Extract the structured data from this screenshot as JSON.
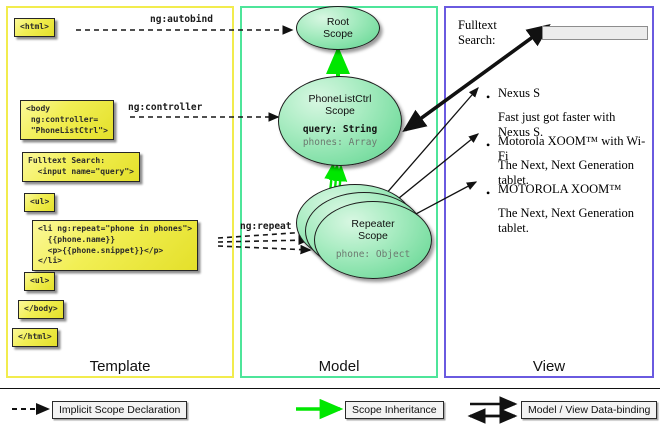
{
  "columns": {
    "template": {
      "label": "Template",
      "border_color": "#f2ec4e"
    },
    "model": {
      "label": "Model",
      "border_color": "#4ee59a"
    },
    "view": {
      "label": "View",
      "border_color": "#6a5ae0"
    }
  },
  "template_boxes": [
    {
      "id": "html-open",
      "text": "<html>"
    },
    {
      "id": "body-open",
      "text": "<body\n ng:controller=\n \"PhoneListCtrl\">"
    },
    {
      "id": "fulltext",
      "text": "Fulltext Search:\n  <input name=\"query\">"
    },
    {
      "id": "ul-open",
      "text": "<ul>"
    },
    {
      "id": "li-repeat",
      "text": "<li ng:repeat=\"phone in phones\">\n  {{phone.name}}\n  <p>{{phone.snippet}}</p>\n</li>"
    },
    {
      "id": "ul-close",
      "text": "<ul>"
    },
    {
      "id": "body-close",
      "text": "</body>"
    },
    {
      "id": "html-close",
      "text": "</html>"
    }
  ],
  "connectors": [
    {
      "id": "autobind",
      "label": "ng:autobind"
    },
    {
      "id": "controller",
      "label": "ng:controller"
    },
    {
      "id": "repeat",
      "label": "ng:repeat"
    }
  ],
  "scopes": [
    {
      "id": "root",
      "title_line1": "Root",
      "title_line2": "Scope",
      "fields": []
    },
    {
      "id": "phonelist",
      "title_line1": "PhoneListCtrl",
      "title_line2": "Scope",
      "fields": [
        {
          "text": "query: String",
          "style": "bold"
        },
        {
          "text": "phones: Array",
          "style": "gray"
        }
      ]
    },
    {
      "id": "repeater",
      "title_line1": "Repeater",
      "title_line2": "Scope",
      "fields": [
        {
          "text": "phone: Object",
          "style": "gray"
        }
      ]
    }
  ],
  "view": {
    "search_label": "Fulltext Search:",
    "search_value": "",
    "phones": [
      {
        "name": "Nexus S",
        "snippet": "Fast just got faster with Nexus S."
      },
      {
        "name": "Motorola XOOM™  with Wi-Fi",
        "snippet": "The Next, Next Generation tablet."
      },
      {
        "name": "MOTOROLA XOOM™",
        "snippet": "The Next, Next Generation tablet."
      }
    ],
    "bullet_glyph": "•"
  },
  "legend": [
    {
      "id": "implicit",
      "label": "Implicit Scope Declaration",
      "line": "dashed-black"
    },
    {
      "id": "inheritance",
      "label": "Scope Inheritance",
      "line": "solid-green"
    },
    {
      "id": "databinding",
      "label": "Model / View Data-binding",
      "line": "double-black"
    }
  ],
  "colors": {
    "scope_green": "#7fdfa5",
    "inheritance_green": "#00e700",
    "template_yellow": "#f2ef55",
    "arrow_black": "#111111"
  }
}
